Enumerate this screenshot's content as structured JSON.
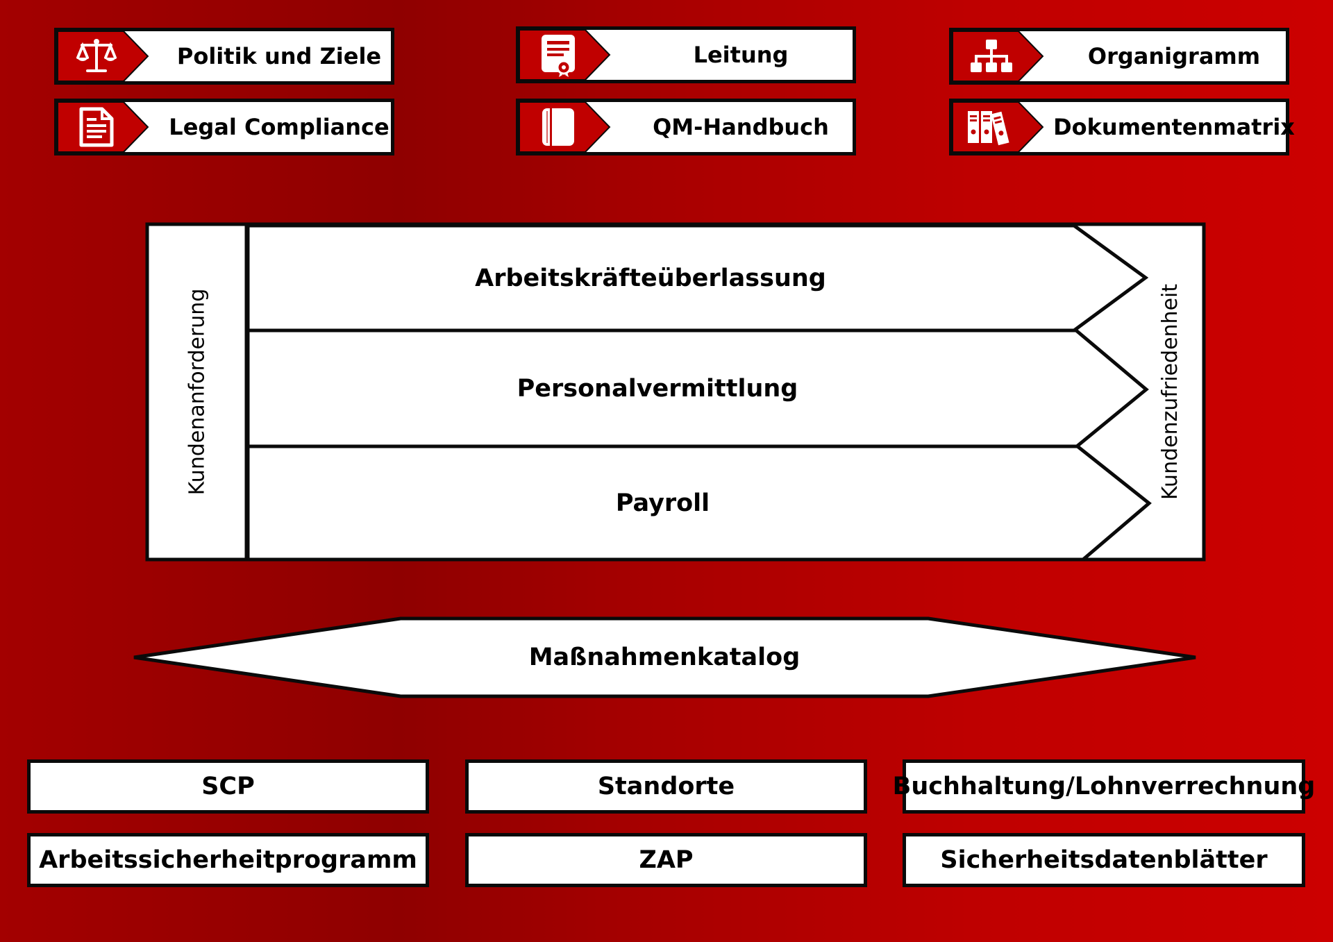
{
  "top_nav": [
    {
      "label": "Politik und Ziele",
      "icon": "scales-icon"
    },
    {
      "label": "Leitung",
      "icon": "certificate-icon"
    },
    {
      "label": "Organigramm",
      "icon": "org-chart-icon"
    },
    {
      "label": "Legal Compliance",
      "icon": "document-icon"
    },
    {
      "label": "QM-Handbuch",
      "icon": "book-icon"
    },
    {
      "label": "Dokumentenmatrix",
      "icon": "binders-icon"
    }
  ],
  "process": {
    "left_label": "Kundenanforderung",
    "right_label": "Kundenzufriedenheit",
    "rows": [
      {
        "label": "Arbeitskräfteüberlassung"
      },
      {
        "label": "Personalvermittlung"
      },
      {
        "label": "Payroll"
      }
    ]
  },
  "measures": {
    "label": "Maßnahmenkatalog"
  },
  "bottom": [
    {
      "label": "SCP"
    },
    {
      "label": "Standorte"
    },
    {
      "label": "Buchhaltung/Lohnverrechnung"
    },
    {
      "label": "Arbeitssicherheitprogramm"
    },
    {
      "label": "ZAP"
    },
    {
      "label": "Sicherheitsdatenblätter"
    }
  ],
  "colors": {
    "accent_red": "#c00000",
    "dark_red": "#8f0000",
    "box_fill": "#ffffff",
    "outline": "#0a0a0a"
  }
}
